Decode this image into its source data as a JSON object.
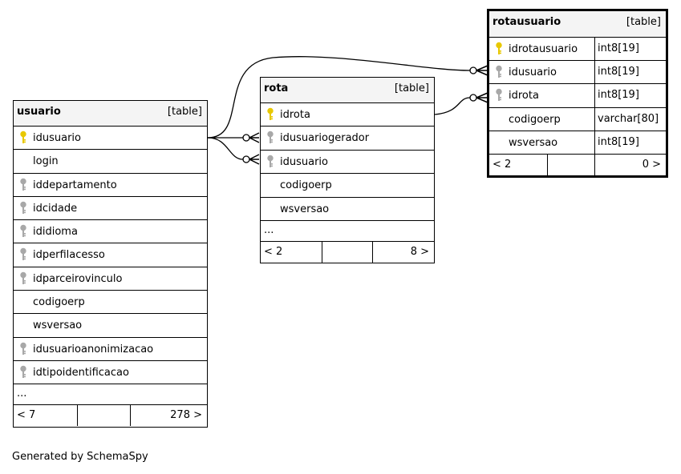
{
  "tables": {
    "usuario": {
      "name": "usuario",
      "kind": "[table]",
      "columns": [
        {
          "name": "idusuario",
          "key": "primary"
        },
        {
          "name": "login",
          "key": "none"
        },
        {
          "name": "iddepartamento",
          "key": "foreign"
        },
        {
          "name": "idcidade",
          "key": "foreign"
        },
        {
          "name": "ididioma",
          "key": "foreign"
        },
        {
          "name": "idperfilacesso",
          "key": "foreign"
        },
        {
          "name": "idparceirovinculo",
          "key": "foreign"
        },
        {
          "name": "codigoerp",
          "key": "none"
        },
        {
          "name": "wsversao",
          "key": "none"
        },
        {
          "name": "idusuarioanonimizacao",
          "key": "foreign"
        },
        {
          "name": "idtipoidentificacao",
          "key": "foreign"
        }
      ],
      "more": "...",
      "parents": "< 7",
      "children": "278 >"
    },
    "rota": {
      "name": "rota",
      "kind": "[table]",
      "columns": [
        {
          "name": "idrota",
          "key": "primary"
        },
        {
          "name": "idusuariogerador",
          "key": "foreign"
        },
        {
          "name": "idusuario",
          "key": "foreign"
        },
        {
          "name": "codigoerp",
          "key": "none"
        },
        {
          "name": "wsversao",
          "key": "none"
        }
      ],
      "more": "...",
      "parents": "< 2",
      "children": "8 >"
    },
    "rotausuario": {
      "name": "rotausuario",
      "kind": "[table]",
      "columns": [
        {
          "name": "idrotausuario",
          "key": "primary",
          "type": "int8[19]"
        },
        {
          "name": "idusuario",
          "key": "foreign",
          "type": "int8[19]"
        },
        {
          "name": "idrota",
          "key": "foreign",
          "type": "int8[19]"
        },
        {
          "name": "codigoerp",
          "key": "none",
          "type": "varchar[80]"
        },
        {
          "name": "wsversao",
          "key": "none",
          "type": "int8[19]"
        }
      ],
      "parents": "< 2",
      "children": "0 >"
    }
  },
  "credit": "Generated by SchemaSpy",
  "colors": {
    "primary_key": "#e8c800",
    "foreign_key": "#a8a8a8",
    "header_bg": "#f4f4f4"
  }
}
